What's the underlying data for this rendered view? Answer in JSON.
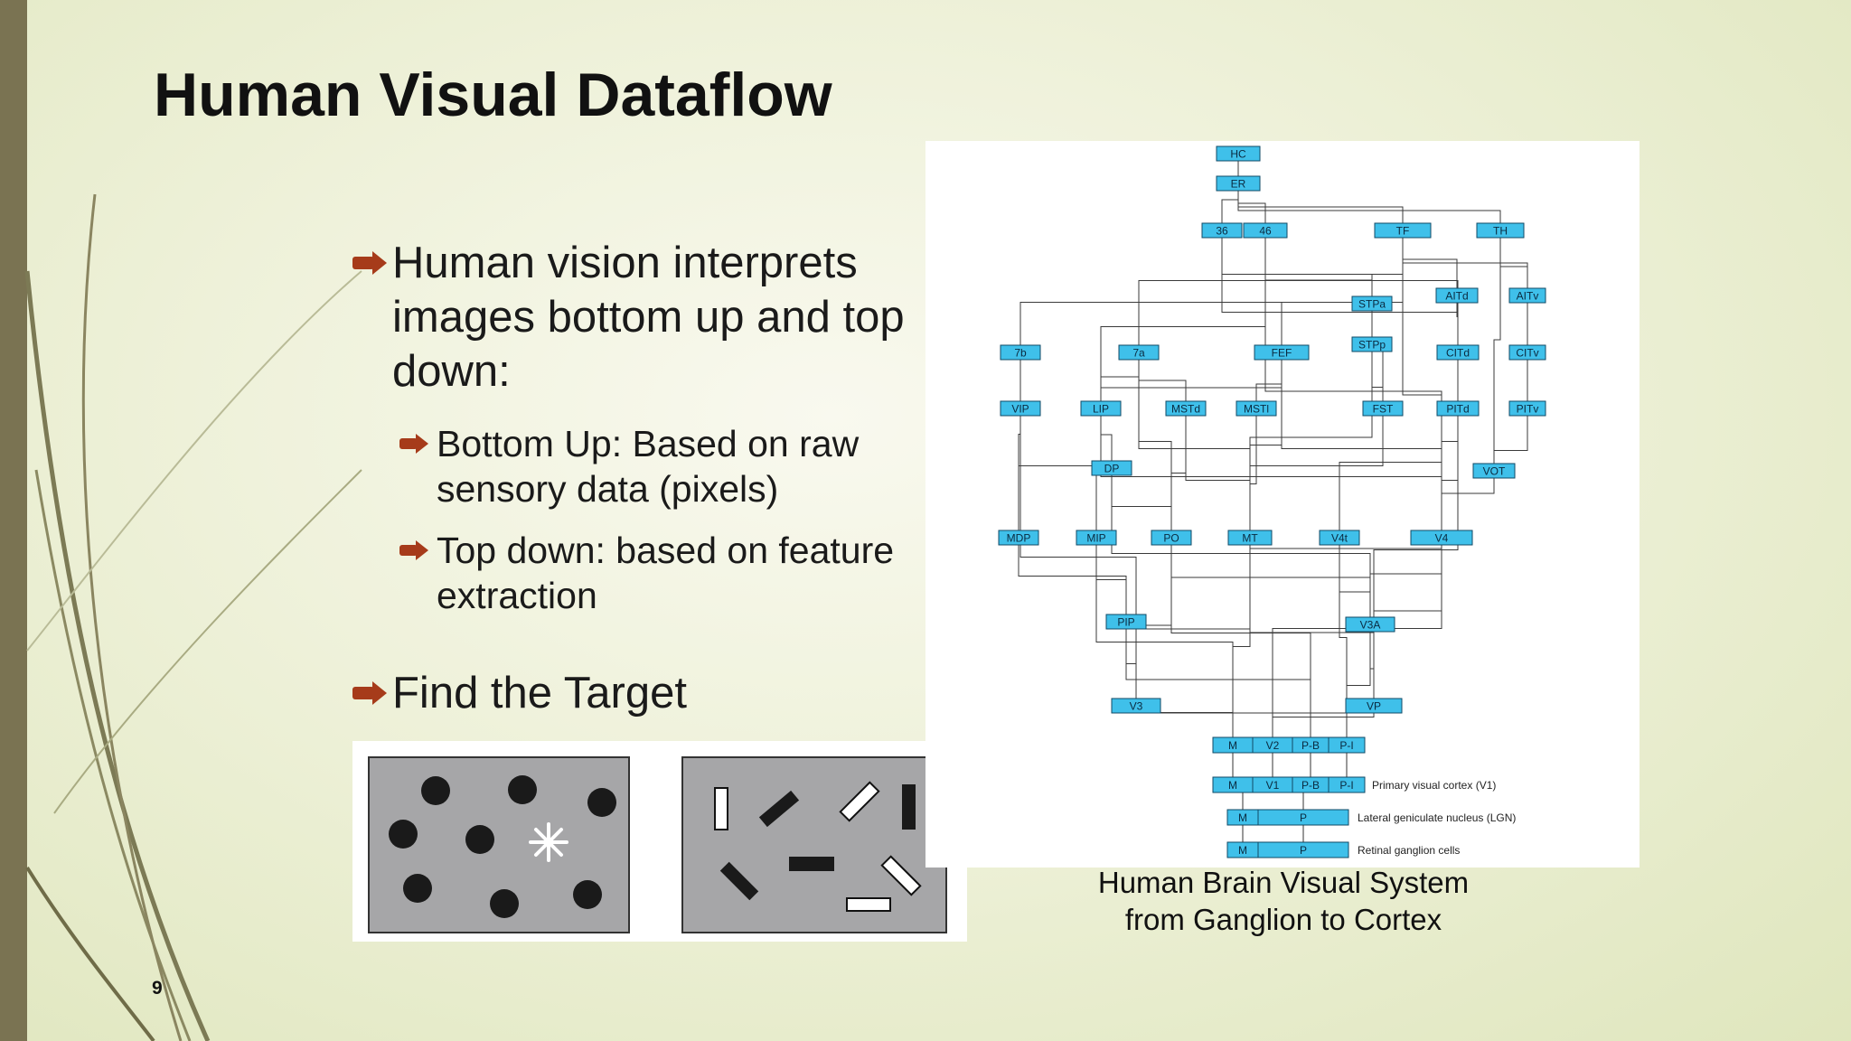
{
  "slide": {
    "title": "Human Visual Dataflow",
    "page_number": "9",
    "bullets": {
      "b1": "Human vision interprets images bottom up and top down:",
      "s1": "Bottom Up: Based on raw sensory data (pixels)",
      "s2": "Top down: based on feature extraction",
      "b2": "Find the Target"
    },
    "caption_line1": "Human Brain Visual System",
    "caption_line2": "from Ganglion to Cortex"
  },
  "colors": {
    "bullet_arrow": "#a63b1a",
    "left_bar": "#7a7352",
    "diagram_box": "#3fc0ea",
    "panel_gray": "#a6a6a8"
  },
  "diagram": {
    "areas": [
      "HC",
      "ER",
      "36",
      "46",
      "TF",
      "TH",
      "STPa",
      "AITd",
      "AITv",
      "7b",
      "7a",
      "FEF",
      "STPp",
      "CITd",
      "CITv",
      "VIP",
      "LIP",
      "MSTd",
      "MSTl",
      "FST",
      "PITd",
      "PITv",
      "DP",
      "VOT",
      "MDP",
      "MIP",
      "PO",
      "MT",
      "V4t",
      "V4",
      "PIP",
      "V3A",
      "V3",
      "VP"
    ],
    "row_v2": [
      "M",
      "V2",
      "P-B",
      "P-I"
    ],
    "row_v1": [
      "M",
      "V1",
      "P-B",
      "P-I"
    ],
    "row_lgn": [
      "M",
      "P"
    ],
    "row_rgc": [
      "M",
      "P"
    ],
    "legend_v1": "Primary visual cortex (V1)",
    "legend_lgn": "Lateral geniculate nucleus (LGN)",
    "legend_rgc": "Retinal ganglion cells"
  }
}
